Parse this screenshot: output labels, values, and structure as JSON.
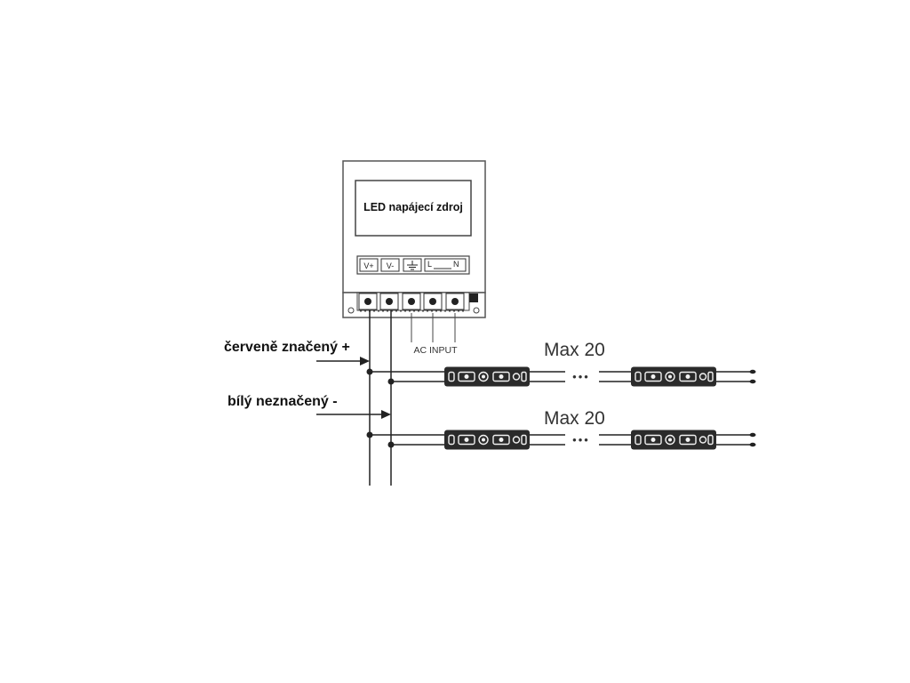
{
  "power_supply": {
    "title": "LED napájecí zdroj",
    "terminals": [
      "V+",
      "V-",
      "⏚",
      "L",
      "N"
    ],
    "ac_label": "AC INPUT"
  },
  "wires": {
    "positive_label": "červeně značený +",
    "negative_label": "bílý neznačený -"
  },
  "strings": [
    {
      "max_label": "Max 20",
      "ellipsis": "•••"
    },
    {
      "max_label": "Max 20",
      "ellipsis": "•••"
    }
  ],
  "colors": {
    "line": "#222222",
    "module": "#2b2b2b",
    "module_highlight": "#f2f2f2",
    "box_border": "#555555"
  }
}
